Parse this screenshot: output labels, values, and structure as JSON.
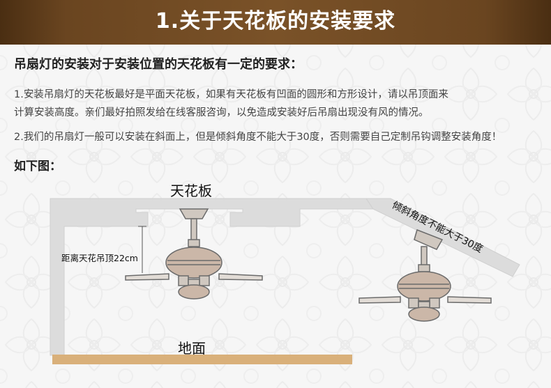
{
  "header": {
    "title": "1.关于天花板的安装要求"
  },
  "content": {
    "subtitle": "吊扇灯的安装对于安装位置的天花板有一定的要求：",
    "paragraph1_line1": "1.安装吊扇灯的天花板最好是平面天花板，如果有天花板有凹面的圆形和方形设计，请以吊顶面来",
    "paragraph1_line2": "计算安装高度。亲们最好拍照发给在线客服咨询，以免造成安装好后吊扇出现没有风的情况。",
    "paragraph2": "2.我们的吊扇灯一般可以安装在斜面上，但是倾斜角度不能大于30度，否则需要自己定制吊钩调整安装角度！",
    "as_below": "如下图："
  },
  "diagram": {
    "ceiling_label": "天花板",
    "floor_label": "地面",
    "distance_label": "距离天花吊顶22cm",
    "slope_label": "倾斜角度不能大于30度",
    "colors": {
      "wall": "#dcdcdc",
      "floor": "#d9b07a",
      "fan_body": "#c8bfb7",
      "banner": "#6a4520"
    }
  }
}
